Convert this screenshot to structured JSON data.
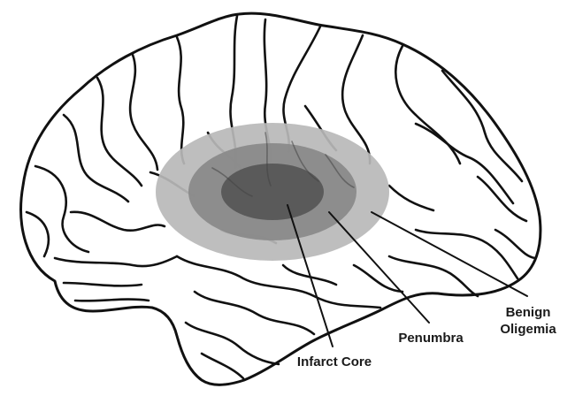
{
  "labels": {
    "infarct_core": "Infarct Core",
    "penumbra": "Penumbra",
    "benign_oligemia_line1": "Benign",
    "benign_oligemia_line2": "Oligemia"
  },
  "colors": {
    "outline": "#111111",
    "oligemia": "#b9b9b9",
    "penumbra": "#8a8a8a",
    "core": "#5a5a5a"
  },
  "icons": [
    "brain-lateral-view-illustration"
  ]
}
